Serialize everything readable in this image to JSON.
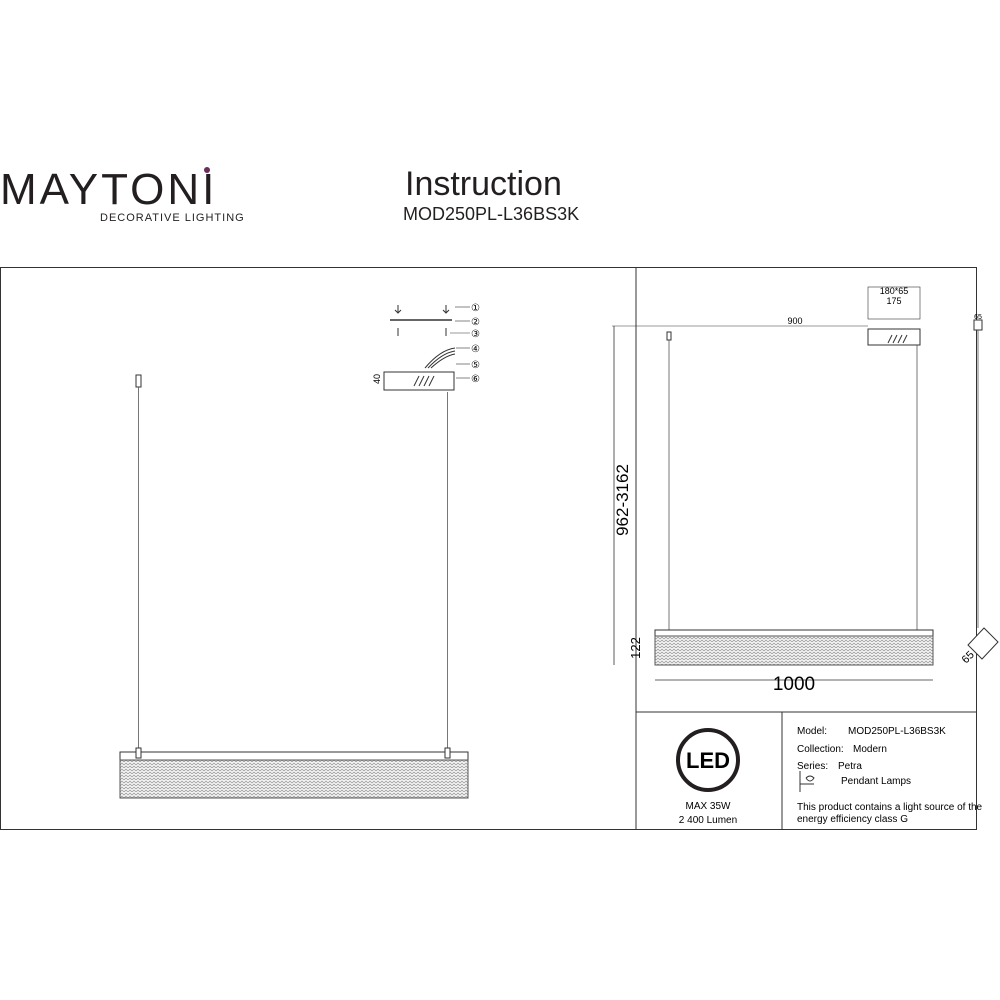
{
  "brand": {
    "name": "MAYTONI",
    "tagline": "DECORATIVE LIGHTING"
  },
  "header": {
    "title": "Instruction",
    "model_code": "MOD250PL-L36BS3K"
  },
  "parts": {
    "callouts": [
      "①",
      "②",
      "③",
      "④",
      "⑤",
      "⑥"
    ],
    "canopy_height": "40"
  },
  "dimensions": {
    "canopy_top": "180*65",
    "canopy_width": "175",
    "cable_span": "900",
    "height_range": "962-3162",
    "body_height": "122",
    "length": "1000",
    "side_width": "65",
    "side_depth": "65"
  },
  "specs": {
    "led_label": "LED",
    "max_power": "MAX 35W",
    "lumen": "2 400 Lumen",
    "model_label": "Model:",
    "model_value": "MOD250PL-L36BS3K",
    "collection_label": "Collection:",
    "collection_value": "Modern",
    "series_label": "Series:",
    "series_value": "Petra",
    "type_value": "Pendant Lamps",
    "energy_note_1": "This product contains a light source of the",
    "energy_note_2": "energy efficiency class G"
  },
  "colors": {
    "ink": "#231f20",
    "accent": "#6b2d5c"
  }
}
